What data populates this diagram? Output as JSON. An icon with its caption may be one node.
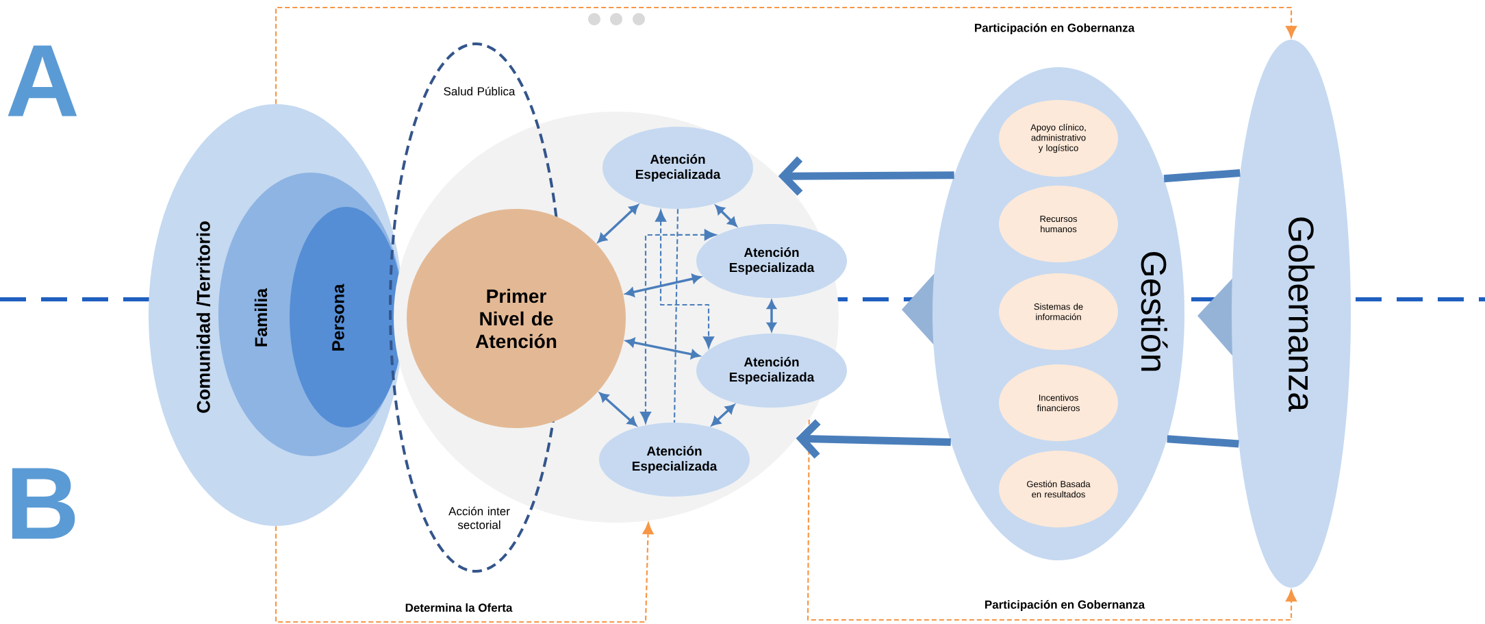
{
  "diagram": {
    "nodes": [
      {
        "text": [
          "Comunidad /Territorio"
        ]
      },
      {
        "text": [
          "Familia"
        ],
        "in": 0
      },
      {
        "text": [
          "Persona"
        ],
        "in": 1
      },
      {
        "text": [
          "Salud Pública",
          "Acción inter sectorial"
        ]
      },
      {
        "text": [],
        "shape": "ellipse"
      },
      {
        "text": [
          "Primer Nivel de Atención"
        ],
        "in": 4
      },
      {
        "text": [
          "Atención Especializada"
        ],
        "in": 4
      },
      {
        "text": [
          "Atención Especializada"
        ],
        "in": 4
      },
      {
        "text": [
          "Atención Especializada"
        ],
        "in": 4
      },
      {
        "text": [
          "Atención Especializada"
        ],
        "in": 4
      },
      {
        "text": [
          "Gestión"
        ]
      },
      {
        "text": [
          "Apoyo clínico, administrativo y logístico"
        ],
        "in": 10
      },
      {
        "text": [
          "Recursos humanos"
        ],
        "in": 10
      },
      {
        "text": [
          "Sistemas de información"
        ],
        "in": 10
      },
      {
        "text": [
          "Incentivos financieros"
        ],
        "in": 10
      },
      {
        "text": [
          "Gestión Basada en resultados"
        ],
        "in": 10
      },
      {
        "text": [
          "Gobernanza"
        ]
      }
    ],
    "edges": [
      {
        "from": 0,
        "to": 16,
        "arrow": "to",
        "label": "Participación en Gobernanza",
        "style": "dashed",
        "color": "#f79646"
      },
      {
        "from": 0,
        "to": 4,
        "arrow": "to",
        "label": "Determina la Oferta",
        "style": "dashed",
        "color": "#f79646"
      },
      {
        "from": 4,
        "to": 16,
        "arrow": "to",
        "label": "Participación en Gobernanza",
        "style": "dashed",
        "color": "#f79646"
      },
      {
        "from": 5,
        "to": 6,
        "arrow": "both"
      },
      {
        "from": 5,
        "to": 7,
        "arrow": "both"
      },
      {
        "from": 5,
        "to": 8,
        "arrow": "both"
      },
      {
        "from": 5,
        "to": 9,
        "arrow": "both"
      },
      {
        "from": 6,
        "to": 7,
        "arrow": "both"
      },
      {
        "from": 7,
        "to": 8,
        "arrow": "both"
      },
      {
        "from": 8,
        "to": 9,
        "arrow": "both"
      },
      {
        "from": 7,
        "to": 9,
        "arrow": "both",
        "style": "dashed"
      },
      {
        "from": 6,
        "to": 8,
        "arrow": "both",
        "style": "dashed"
      },
      {
        "from": 6,
        "to": 9,
        "arrow": "none",
        "style": "dashed"
      },
      {
        "from": 16,
        "to": 10,
        "arrow": "none",
        "style": "thick"
      },
      {
        "from": 10,
        "to": 4,
        "arrow": "to",
        "style": "thick"
      },
      {
        "from": 16,
        "to": 10,
        "arrow": "none",
        "style": "thick"
      },
      {
        "from": 10,
        "to": 4,
        "arrow": "to",
        "style": "thick"
      }
    ],
    "labels": [
      "A",
      "B"
    ]
  }
}
